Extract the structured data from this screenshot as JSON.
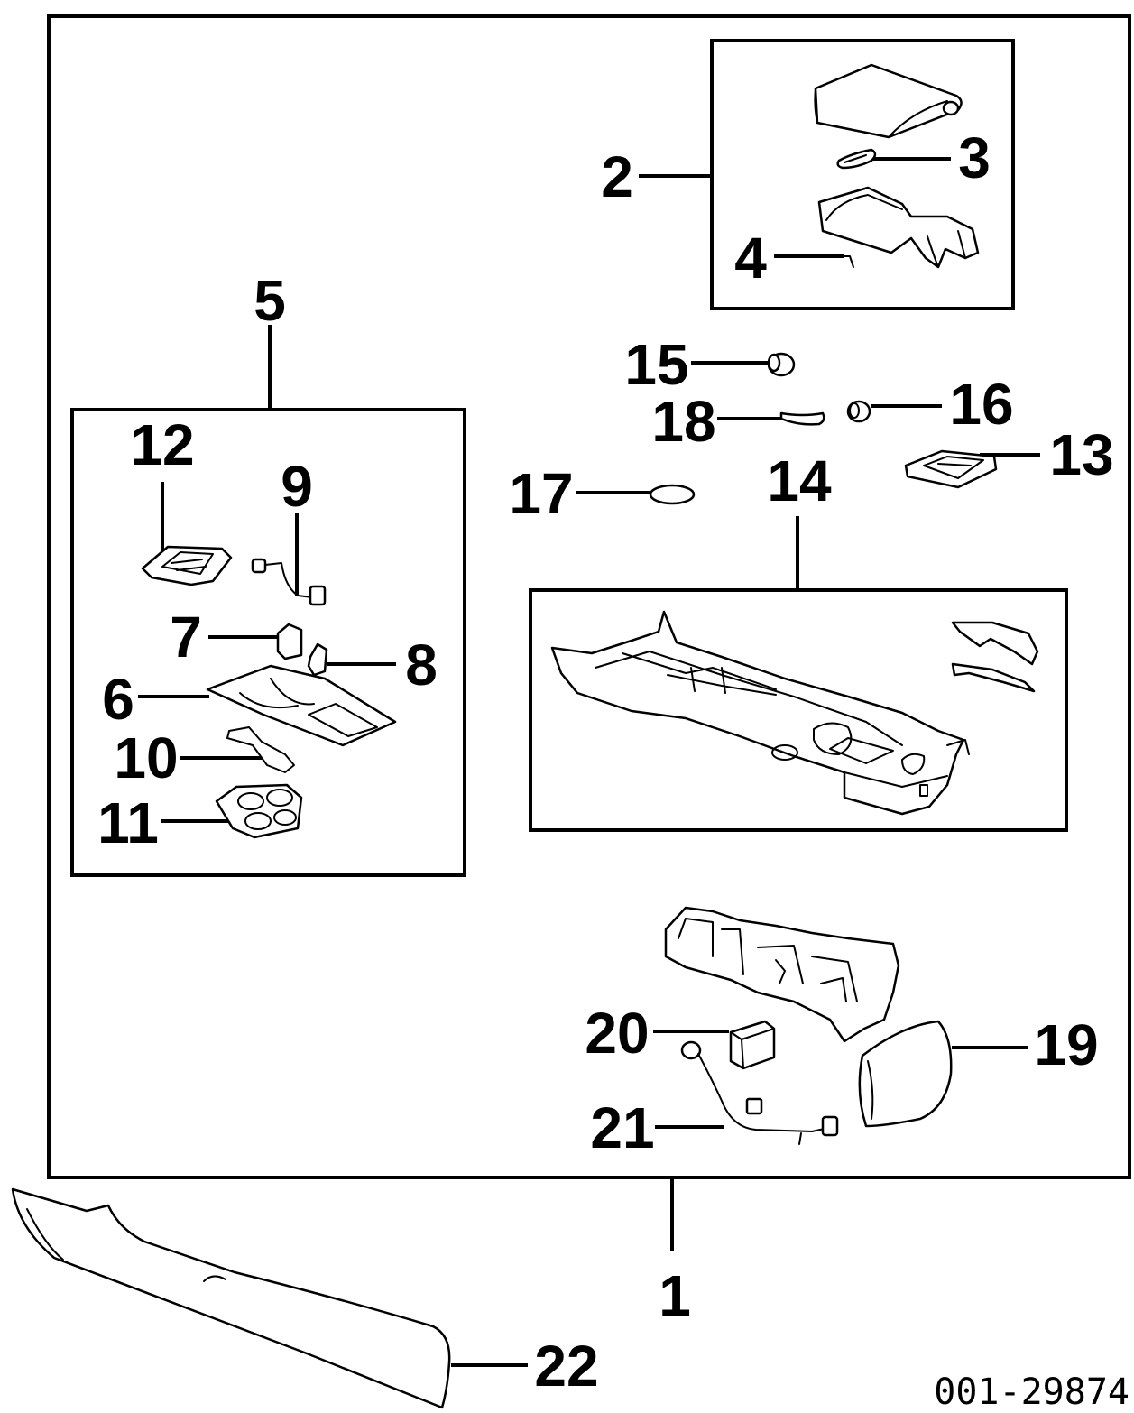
{
  "diagram": {
    "reference_number": "001-29874",
    "callouts": [
      {
        "id": "1",
        "text": "1"
      },
      {
        "id": "2",
        "text": "2"
      },
      {
        "id": "3",
        "text": "3"
      },
      {
        "id": "4",
        "text": "4"
      },
      {
        "id": "5",
        "text": "5"
      },
      {
        "id": "6",
        "text": "6"
      },
      {
        "id": "7",
        "text": "7"
      },
      {
        "id": "8",
        "text": "8"
      },
      {
        "id": "9",
        "text": "9"
      },
      {
        "id": "10",
        "text": "10"
      },
      {
        "id": "11",
        "text": "11"
      },
      {
        "id": "12",
        "text": "12"
      },
      {
        "id": "13",
        "text": "13"
      },
      {
        "id": "14",
        "text": "14"
      },
      {
        "id": "15",
        "text": "15"
      },
      {
        "id": "16",
        "text": "16"
      },
      {
        "id": "17",
        "text": "17"
      },
      {
        "id": "18",
        "text": "18"
      },
      {
        "id": "19",
        "text": "19"
      },
      {
        "id": "20",
        "text": "20"
      },
      {
        "id": "21",
        "text": "21"
      },
      {
        "id": "22",
        "text": "22"
      }
    ]
  }
}
